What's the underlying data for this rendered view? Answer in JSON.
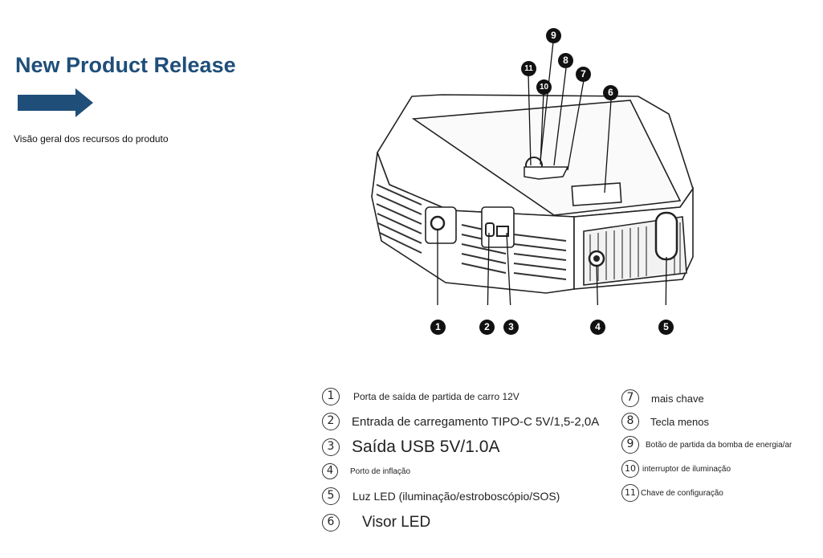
{
  "header": {
    "title": "New Product Release",
    "subtitle": "Visão geral dos recursos do produto"
  },
  "callouts": [
    "1",
    "2",
    "3",
    "4",
    "5",
    "6",
    "7",
    "8",
    "9",
    "10",
    "11"
  ],
  "legend": [
    {
      "num": "1",
      "text": "Porta de saída de partida de carro 12V"
    },
    {
      "num": "2",
      "text": "Entrada de carregamento TIPO-C 5V/1,5-2,0A"
    },
    {
      "num": "3",
      "text": "Saída USB 5V/1.0A"
    },
    {
      "num": "4",
      "text": "Porto de inflação"
    },
    {
      "num": "5",
      "text": "Luz LED (iluminação/estroboscópio/SOS)"
    },
    {
      "num": "6",
      "text": "Visor LED"
    },
    {
      "num": "7",
      "text": "mais chave"
    },
    {
      "num": "8",
      "text": "Tecla menos"
    },
    {
      "num": "9",
      "text": "Botão de partida da bomba de energia/ar"
    },
    {
      "num": "10",
      "text": "interruptor de iluminação"
    },
    {
      "num": "11",
      "text": "Chave de configuração"
    }
  ],
  "colors": {
    "title": "#1f4e79",
    "arrow": "#1f4e79"
  }
}
